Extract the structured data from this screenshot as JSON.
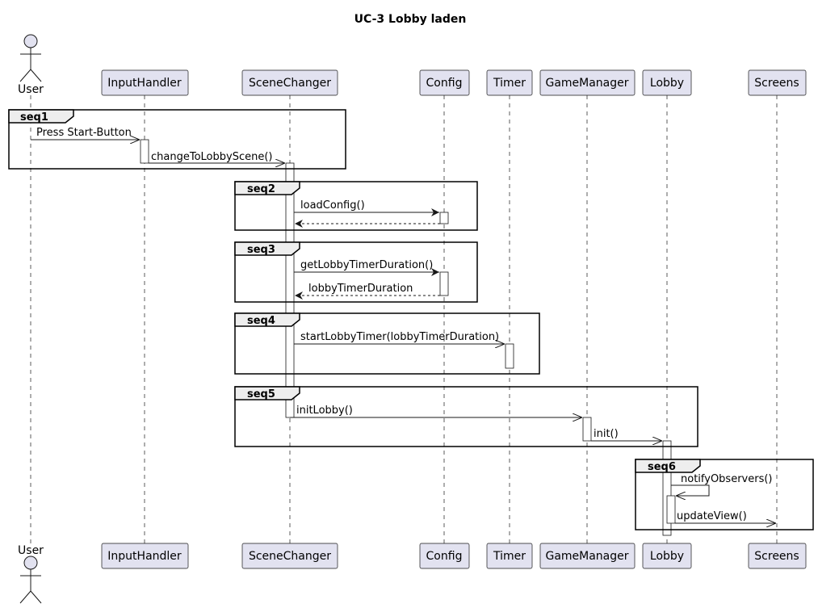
{
  "title": "UC-3 Lobby laden",
  "actor_label": "User",
  "participants": [
    {
      "id": "inputhandler",
      "label": "InputHandler"
    },
    {
      "id": "scenechanger",
      "label": "SceneChanger"
    },
    {
      "id": "config",
      "label": "Config"
    },
    {
      "id": "timer",
      "label": "Timer"
    },
    {
      "id": "gamemanager",
      "label": "GameManager"
    },
    {
      "id": "lobby",
      "label": "Lobby"
    },
    {
      "id": "screens",
      "label": "Screens"
    }
  ],
  "groups": [
    {
      "label": "seq1"
    },
    {
      "label": "seq2"
    },
    {
      "label": "seq3"
    },
    {
      "label": "seq4"
    },
    {
      "label": "seq5"
    },
    {
      "label": "seq6"
    }
  ],
  "messages": [
    {
      "label": "Press Start-Button"
    },
    {
      "label": "changeToLobbyScene()"
    },
    {
      "label": "loadConfig()"
    },
    {
      "label": ""
    },
    {
      "label": "getLobbyTimerDuration()"
    },
    {
      "label": "lobbyTimerDuration"
    },
    {
      "label": "startLobbyTimer(lobbyTimerDuration)"
    },
    {
      "label": "initLobby()"
    },
    {
      "label": "init()"
    },
    {
      "label": "notifyObservers()"
    },
    {
      "label": "updateView()"
    }
  ],
  "colors": {
    "participant_fill": "#e2e2f0",
    "participant_border": "#181818",
    "group_header_fill": "#eeeeee",
    "line": "#181818",
    "text": "#000000"
  }
}
